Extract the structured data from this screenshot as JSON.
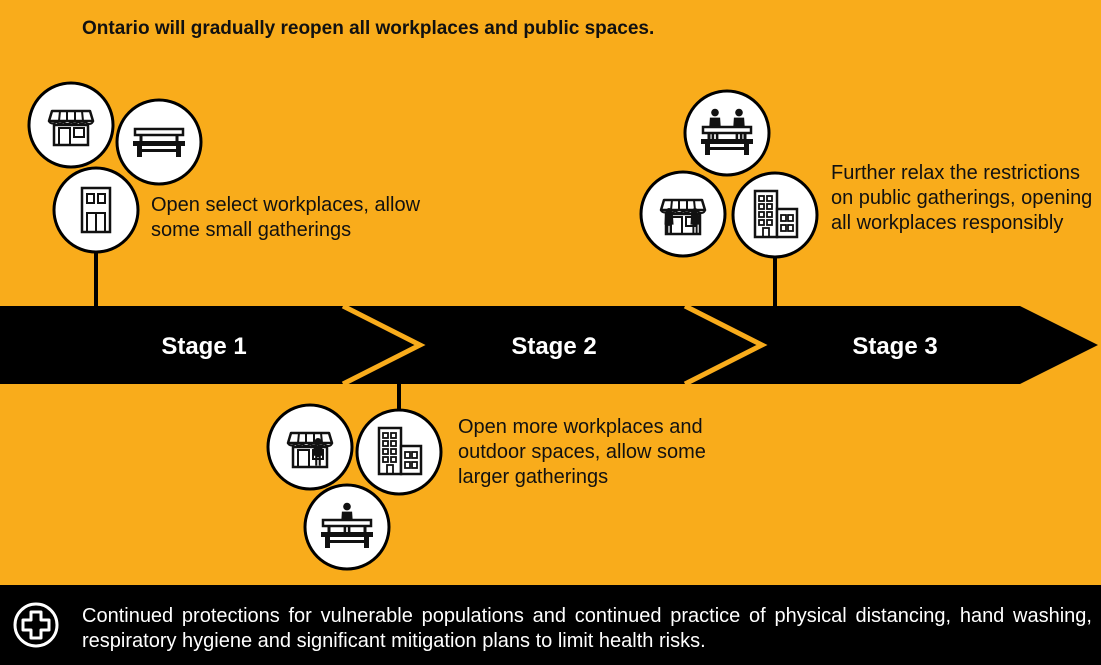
{
  "headline": "Ontario will gradually reopen all workplaces and public spaces.",
  "stages": [
    {
      "label": "Stage 1",
      "description": "Open select workplaces, allow some small gatherings",
      "icons": [
        "storefront-icon",
        "bench-icon",
        "office-building-icon"
      ]
    },
    {
      "label": "Stage 2",
      "description": "Open more workplaces and outdoor spaces, allow some larger gatherings",
      "icons": [
        "storefront-with-person-icon",
        "office-buildings-icon",
        "person-on-bench-icon"
      ]
    },
    {
      "label": "Stage 3",
      "description": "Further relax the restrictions on public gatherings, opening all workplaces responsibly",
      "icons": [
        "people-on-bench-icon",
        "storefront-with-people-icon",
        "office-buildings-icon"
      ]
    }
  ],
  "footer": {
    "icon": "medical-cross-icon",
    "text": "Continued protections for vulnerable populations and continued practice of physical distancing, hand washing, respiratory hygiene and significant mitigation plans to limit health risks."
  },
  "colors": {
    "background": "#F9AC1B",
    "timeline": "#000000",
    "chevron_accent": "#F9AC1B",
    "footer_background": "#000000",
    "footer_text": "#FFFFFF"
  }
}
